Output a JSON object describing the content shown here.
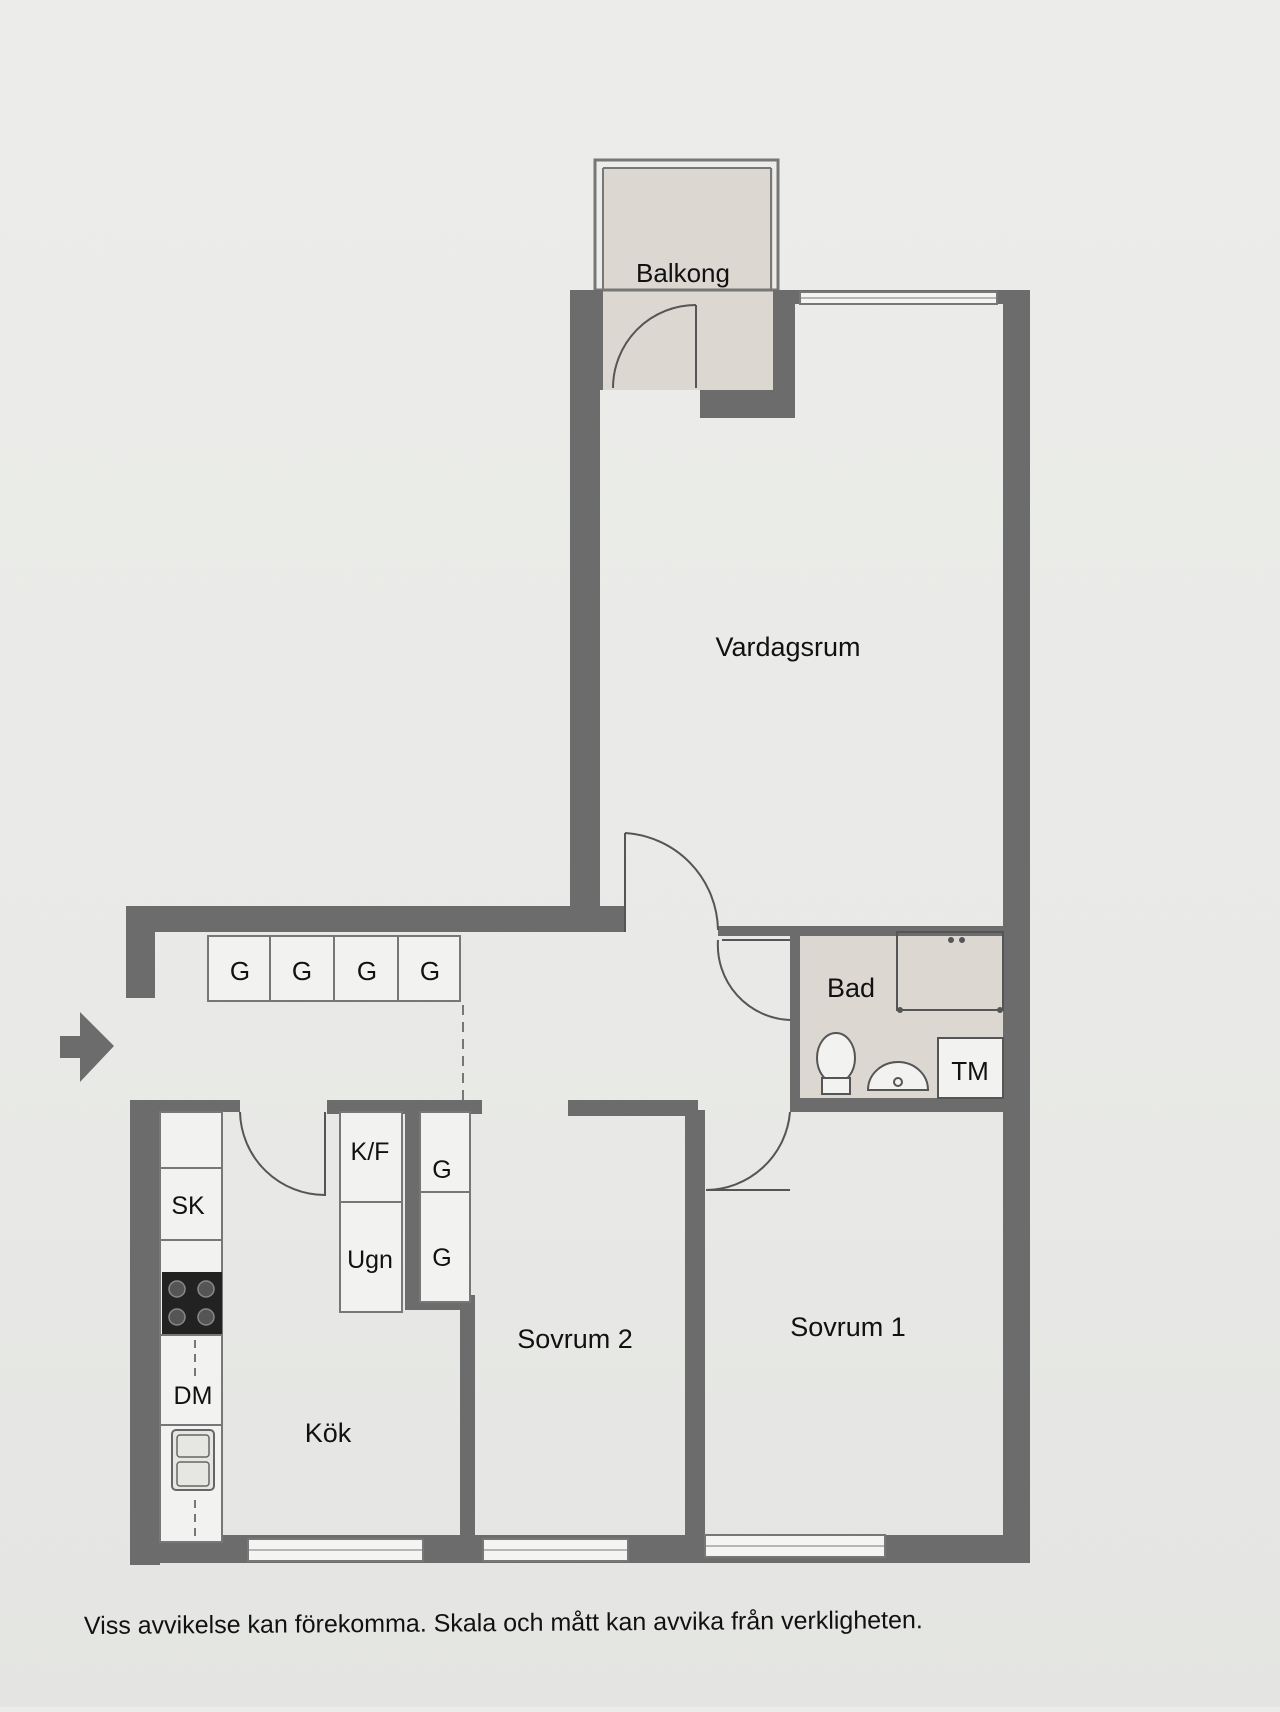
{
  "rooms": {
    "balcony": "Balkong",
    "living_room": "Vardagsrum",
    "bathroom": "Bad",
    "laundry": "TM",
    "bedroom_1": "Sovrum 1",
    "bedroom_2": "Sovrum 2",
    "kitchen": "Kök"
  },
  "fixtures": {
    "wardrobe": "G",
    "fridge_freezer": "K/F",
    "oven": "Ugn",
    "cabinet": "SK",
    "dishwasher": "DM"
  },
  "entrance_icon": "arrow-right-icon",
  "disclaimer": "Viss avvikelse kan förekomma. Skala och mått kan avvika från verkligheten.",
  "colors": {
    "wall": "#6c6c6c",
    "wet_room_floor": "#ddd7d2",
    "floor": "#eaebe8"
  }
}
